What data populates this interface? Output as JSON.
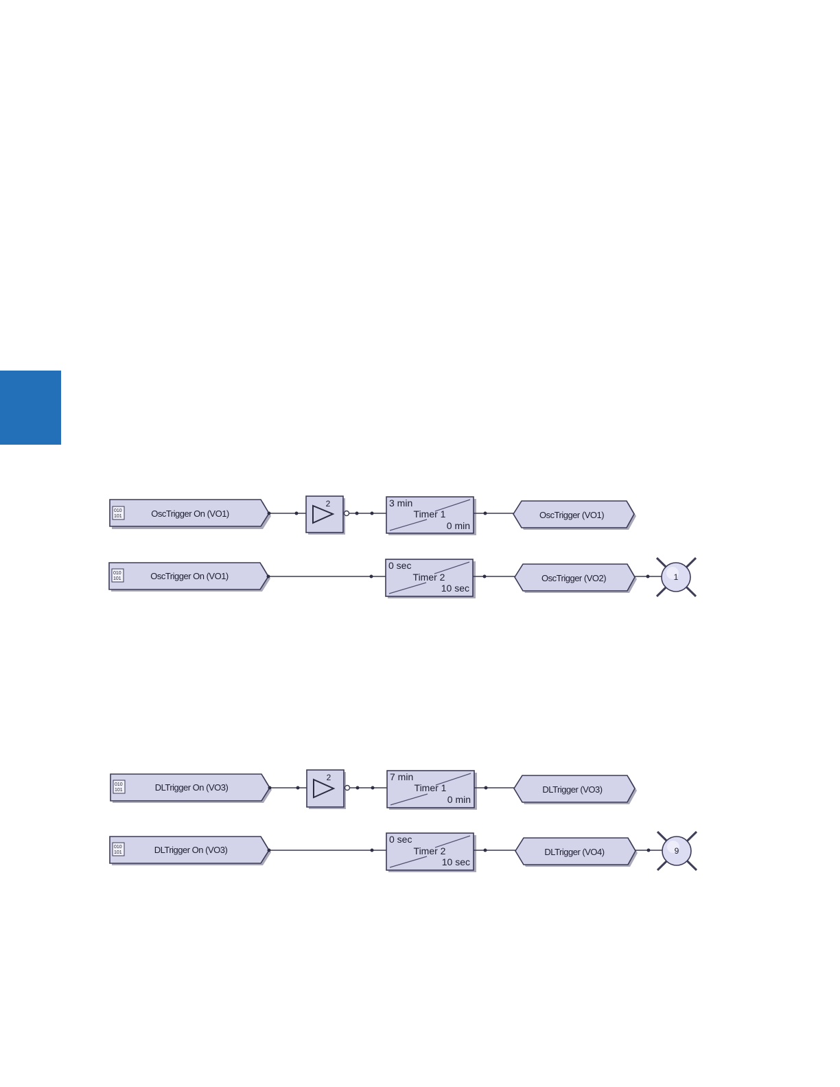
{
  "colors": {
    "side_tab": "#2370b9",
    "block_fill": "#d3d3ea",
    "block_stroke": "#3a3a56"
  },
  "rungs": [
    {
      "input": "OscTrigger On (VO1)",
      "timer": {
        "pickup": "3 min",
        "name": "Timer 1",
        "dropout": "0 min"
      },
      "output": "OscTrigger (VO1)"
    },
    {
      "input": "OscTrigger On (VO1)",
      "timer": {
        "pickup": "0 sec",
        "name": "Timer 2",
        "dropout": "10 sec"
      },
      "output": "OscTrigger (VO2)",
      "lamp": "1"
    },
    {
      "input": "DLTrigger On (VO3)",
      "timer": {
        "pickup": "7 min",
        "name": "Timer 1",
        "dropout": "0 min"
      },
      "output": "DLTrigger (VO3)"
    },
    {
      "input": "DLTrigger On (VO3)",
      "timer": {
        "pickup": "0 sec",
        "name": "Timer 2",
        "dropout": "10 sec"
      },
      "output": "DLTrigger (VO4)",
      "lamp": "9"
    }
  ],
  "not_gate_inputs": "2"
}
